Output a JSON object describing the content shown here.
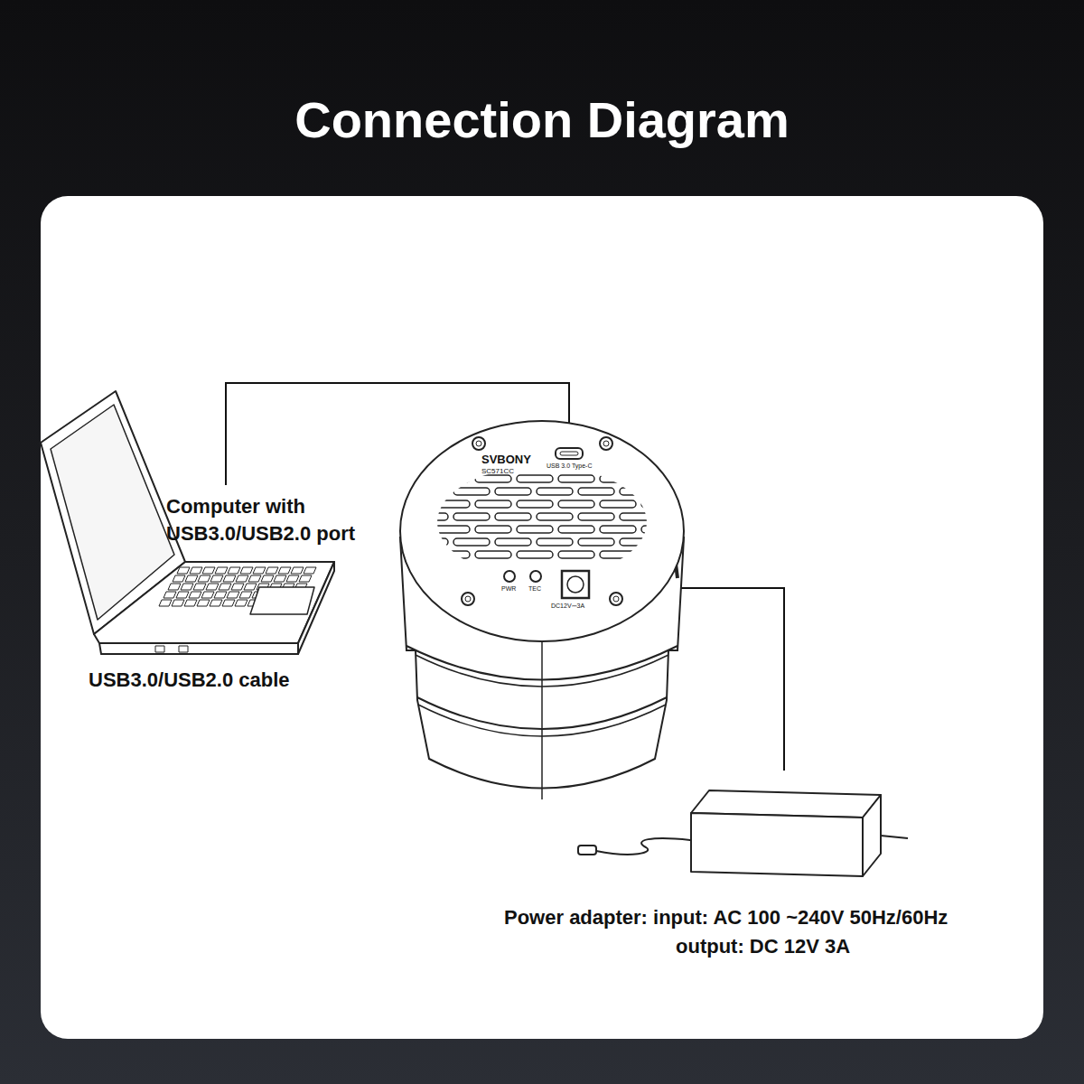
{
  "diagram": {
    "title": "Connection Diagram",
    "labels": [
      "Computer with USB3.0/USB2.0 port",
      "USB3.0/USB2.0 cable",
      "Power adapter: input: AC 100 ~240V 50Hz/60Hz",
      "output: DC 12V 3A",
      "SVBONY",
      "USB 3.0 Type-C",
      "SC571CC",
      "PWR",
      "TEC",
      "DC12V⎓3A"
    ]
  }
}
